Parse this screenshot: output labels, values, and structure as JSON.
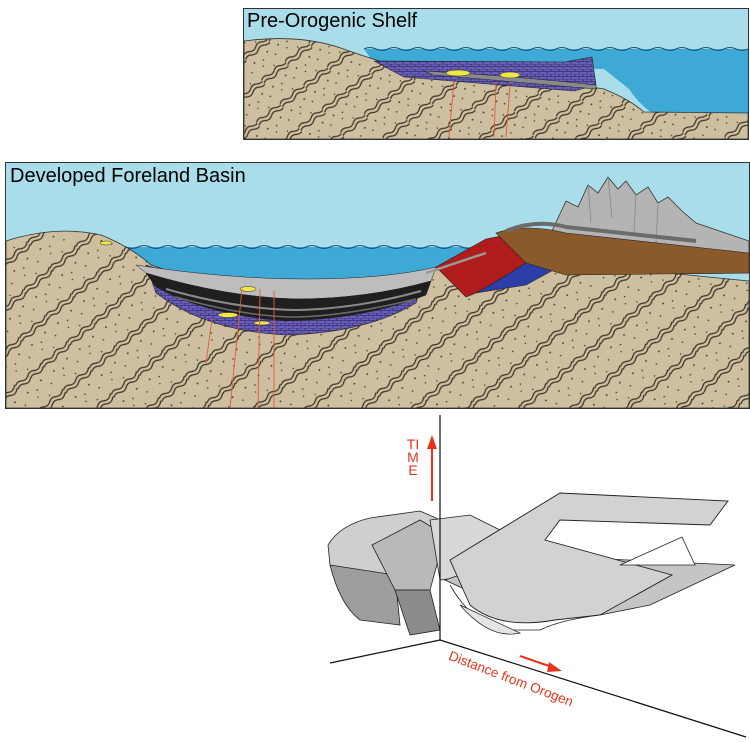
{
  "panels": {
    "pre_orogenic": {
      "title": "Pre-Orogenic Shelf"
    },
    "foreland": {
      "title": "Developed Foreland Basin"
    }
  },
  "diagram3d": {
    "time_label": "TIME",
    "distance_label": "Distance from Orogen"
  },
  "colors": {
    "sky": "#a8dde9",
    "sea": "#3fa9d6",
    "basement": "#cdbf9f",
    "carbonate": "#6a5fb8",
    "sandstone": "#f2e54a",
    "black_shale": "#1f1f1f",
    "gray_shale": "#9a9a9a",
    "thrust_red": "#b01c1c",
    "thrust_blue": "#2c3fa8",
    "thrust_brown": "#8b5a2b",
    "mountains": "#b4b4b4",
    "fault": "#e05a3a",
    "axis_label": "#e8321e"
  }
}
